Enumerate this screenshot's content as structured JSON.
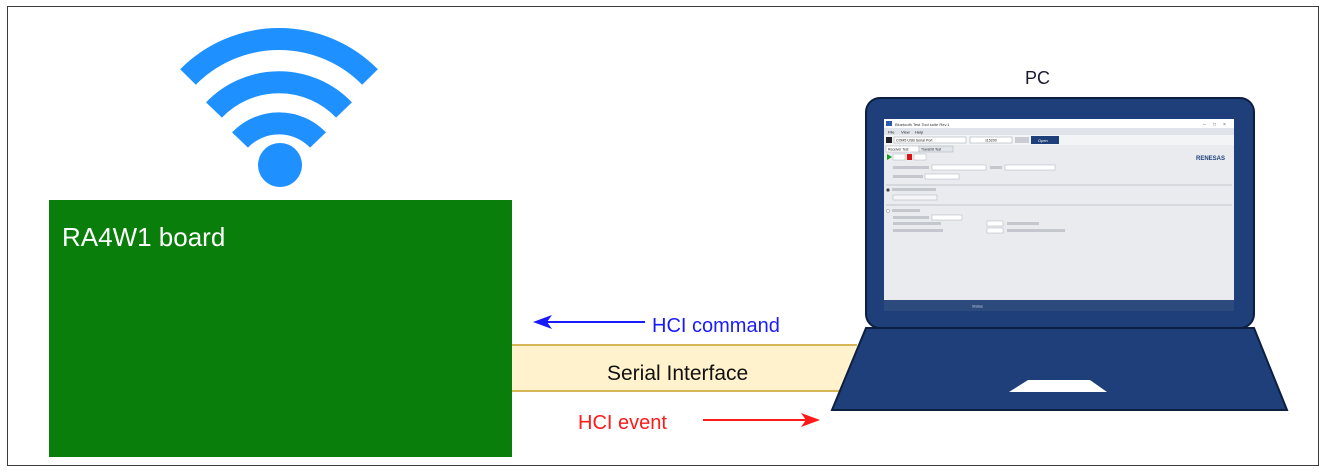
{
  "labels": {
    "pc": "PC",
    "board": "RA4W1 board",
    "hci_command": "HCI command",
    "serial_interface": "Serial Interface",
    "hci_event": "HCI event"
  },
  "colors": {
    "board": "#0a7e0a",
    "wifi": "#1e90ff",
    "laptop": "#1f3f7a",
    "serial_band": "#fff2cc",
    "serial_border": "#d6b656",
    "command_arrow": "#1a1aff",
    "event_arrow": "#ff1a1a"
  },
  "icons": {
    "wireless": "wifi-icon",
    "computer": "laptop-icon"
  },
  "screen_app": {
    "title": "Bluetooth Test Tool suite Rev.1",
    "menu": [
      "File",
      "View",
      "Help"
    ],
    "port": "COM5 USB Serial Port",
    "baud": "115200",
    "open_button": "Open",
    "tabs": [
      "Receiver Test",
      "Transmit Test"
    ],
    "brand": "RENESAS",
    "status": "Status"
  }
}
